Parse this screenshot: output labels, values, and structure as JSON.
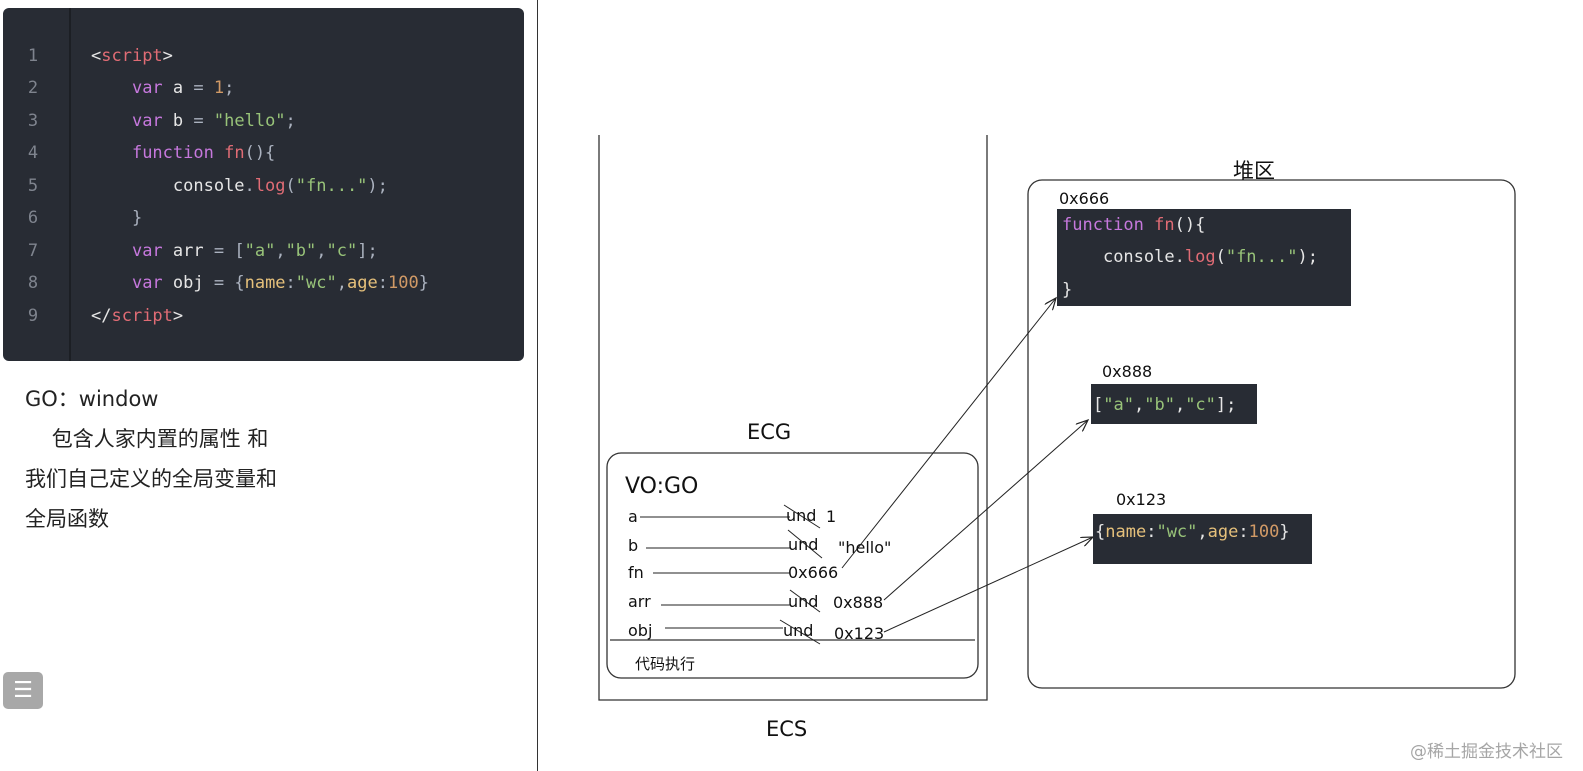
{
  "code": {
    "line_numbers": [
      "1",
      "2",
      "3",
      "4",
      "5",
      "6",
      "7",
      "8",
      "9"
    ]
  },
  "note": {
    "line1": "GO：window",
    "line2": "    包含人家内置的属性 和",
    "line3": "我们自己定义的全局变量和",
    "line4": "全局函数"
  },
  "diagram": {
    "ecs_label": "ECS",
    "ecg_label": "ECG",
    "vo_label": "VO:GO",
    "exec_label": "代码执行",
    "heap_label": "堆区",
    "vars": [
      {
        "name": "a",
        "initial": "und",
        "value": "1"
      },
      {
        "name": "b",
        "initial": "und",
        "value": "\"hello\""
      },
      {
        "name": "fn",
        "initial": "",
        "value": "0x666"
      },
      {
        "name": "arr",
        "initial": "und",
        "value": "0x888"
      },
      {
        "name": "obj",
        "initial": "und",
        "value": "0x123"
      }
    ],
    "heap": {
      "fn_addr": "0x666",
      "arr_addr": "0x888",
      "obj_addr": "0x123"
    }
  },
  "watermark": "@稀土掘金技术社区",
  "colors": {
    "code_bg": "#282c34",
    "keyword": "#c678dd",
    "function": "#e06c75",
    "string": "#98c379",
    "number": "#d19a66",
    "property": "#e5c07b"
  },
  "toc_icon": "list-icon"
}
